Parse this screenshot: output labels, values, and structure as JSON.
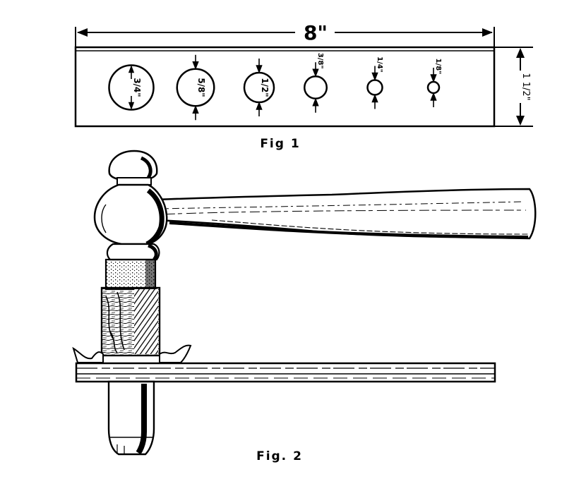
{
  "fig1": {
    "caption": "Fig 1",
    "overall_length": "8\"",
    "width": "1 1/2\"",
    "holes": [
      {
        "label": "3/4\"",
        "size": 0.75
      },
      {
        "label": "5/8\"",
        "size": 0.625
      },
      {
        "label": "1/2\"",
        "size": 0.5
      },
      {
        "label": "3/8\"",
        "size": 0.375
      },
      {
        "label": "1/4\"",
        "size": 0.25
      },
      {
        "label": "1/8\"",
        "size": 0.125
      }
    ]
  },
  "fig2": {
    "caption": "Fig. 2"
  },
  "colors": {
    "ink": "#000000",
    "paper": "#ffffff"
  }
}
